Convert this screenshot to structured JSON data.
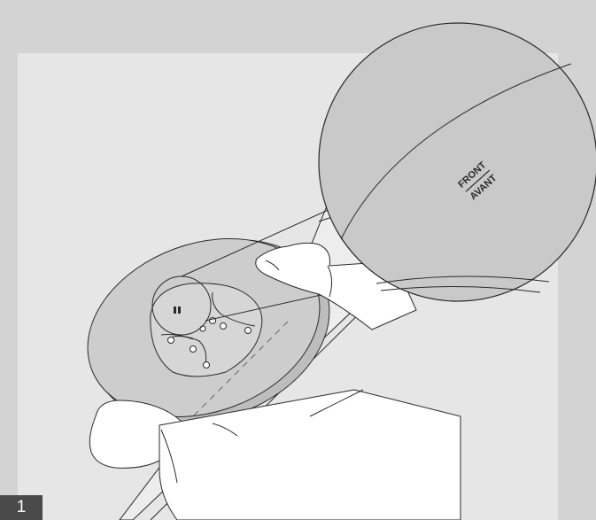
{
  "step": {
    "number": "1"
  },
  "zoom_callout": {
    "label_top": "FRONT",
    "label_bottom": "AVANT"
  },
  "colors": {
    "background": "#d3d3d3",
    "panel": "#e6e6e6",
    "disc": "#cdcdcd",
    "callout": "#c9c9c9",
    "line": "#2a2a2a",
    "skin": "#ffffff",
    "badge": "#4a4a4a"
  }
}
